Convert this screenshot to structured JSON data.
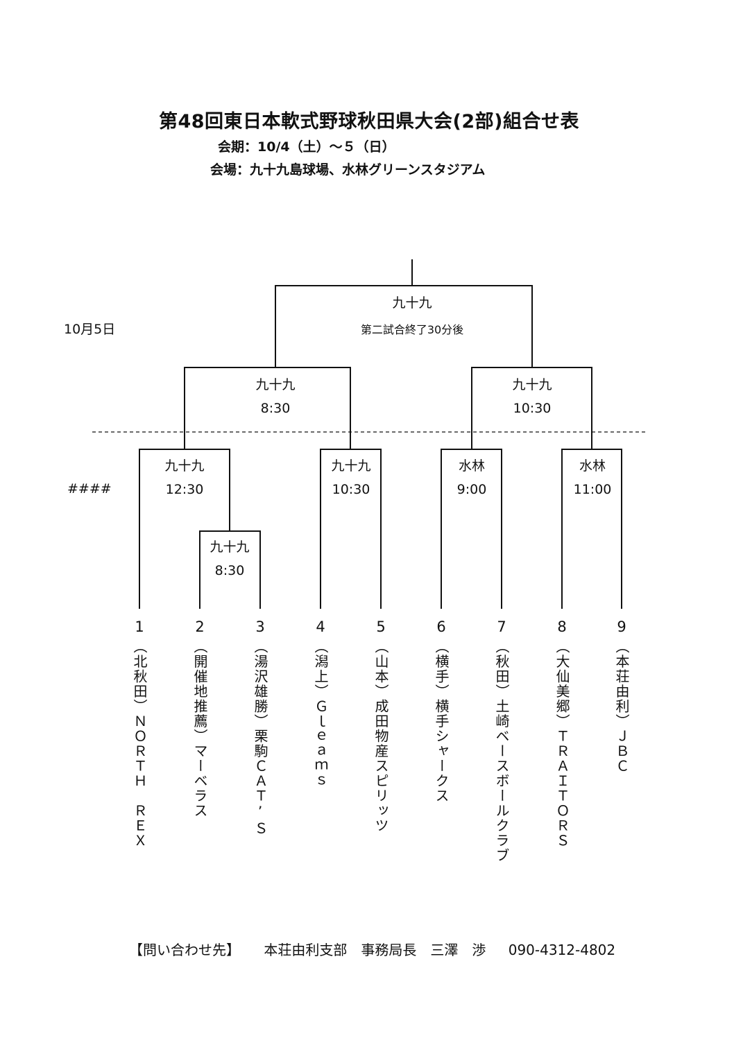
{
  "header": {
    "title": "第48回東日本軟式野球秋田県大会(2部)組合せ表",
    "period": "会期：10/4（土）～５（日）",
    "venue": "会場：九十九島球場、水林グリーンスタジアム"
  },
  "day_labels": {
    "day2": "10月5日",
    "day1": "####"
  },
  "matches": {
    "final": {
      "venue": "九十九",
      "time": "第二試合終了30分後"
    },
    "semi_left": {
      "venue": "九十九",
      "time": "8:30"
    },
    "semi_right": {
      "venue": "九十九",
      "time": "10:30"
    },
    "q1": {
      "venue": "九十九",
      "time": "12:30"
    },
    "q2": {
      "venue": "九十九",
      "time": "10:30"
    },
    "q3": {
      "venue": "水林",
      "time": "9:00"
    },
    "q4": {
      "venue": "水林",
      "time": "11:00"
    },
    "r1": {
      "venue": "九十九",
      "time": "8:30"
    }
  },
  "teams": [
    {
      "num": "1",
      "name": "（北秋田）ＮＯＲＴＨ　ＲＥＸ"
    },
    {
      "num": "2",
      "name": "（開催地推薦）マーベラス"
    },
    {
      "num": "3",
      "name": "（湯沢雄勝）栗駒ＣＡＴ’Ｓ"
    },
    {
      "num": "4",
      "name": "（潟上）Ｇｌｅａｍｓ"
    },
    {
      "num": "5",
      "name": "（山本）成田物産スピリッツ"
    },
    {
      "num": "6",
      "name": "（横手）横手シャークス"
    },
    {
      "num": "7",
      "name": "（秋田）土崎ベースボールクラブ"
    },
    {
      "num": "8",
      "name": "（大仙美郷）ＴＲＡＩＴＯＲＳ"
    },
    {
      "num": "9",
      "name": "（本荘由利）ＪＢＣ"
    }
  ],
  "contact": {
    "label": "【問い合わせ先】",
    "org": "本荘由利支部　事務局長　三澤　渉",
    "phone": "090-4312-4802"
  }
}
